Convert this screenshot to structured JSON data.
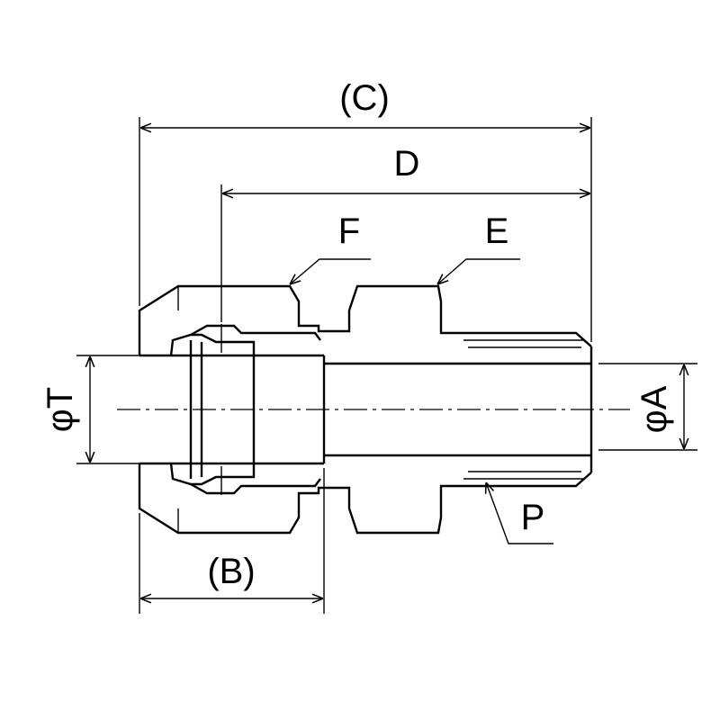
{
  "labels": {
    "c": "(C)",
    "d": "D",
    "f": "F",
    "e": "E",
    "b": "(B)",
    "p": "P",
    "phi_t": "φT",
    "phi_a": "φA"
  }
}
